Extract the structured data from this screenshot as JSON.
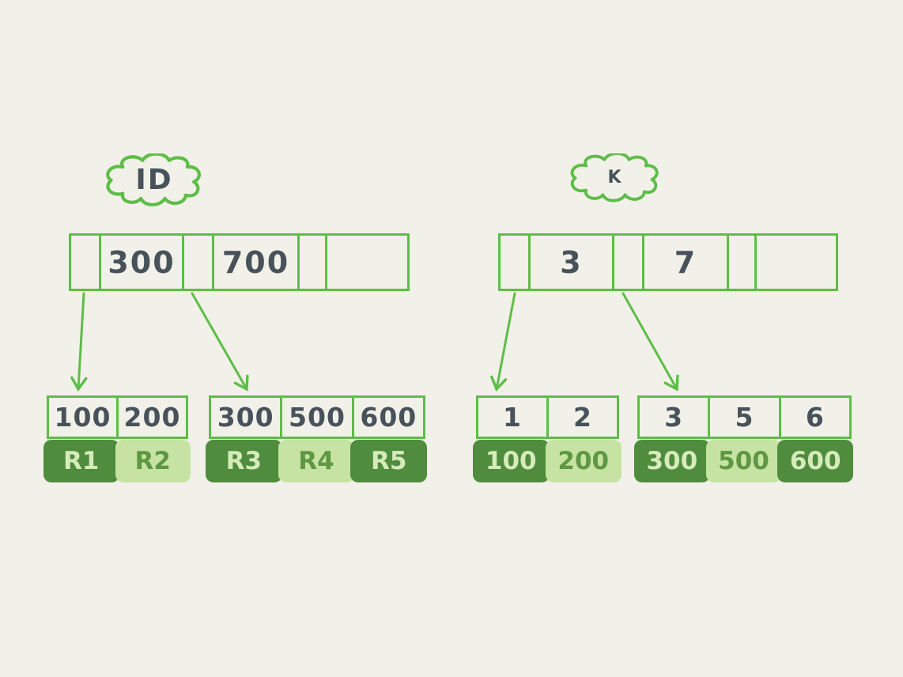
{
  "palette": {
    "bg": "#f2f1e9",
    "stroke": "#5dbe47",
    "ink": "#47525b",
    "dark_fill": "#4f8c3e",
    "light_fill": "#c6e3a4",
    "on_dark": "#d5ebba",
    "on_light": "#5f9743"
  },
  "left": {
    "cloud_label": "ID",
    "root": {
      "keys": [
        "300",
        "700"
      ]
    },
    "leaves": [
      {
        "keys": [
          "100",
          "200"
        ],
        "records": [
          {
            "label": "R1",
            "tone": "dark"
          },
          {
            "label": "R2",
            "tone": "light"
          }
        ]
      },
      {
        "keys": [
          "300",
          "500",
          "600"
        ],
        "records": [
          {
            "label": "R3",
            "tone": "dark"
          },
          {
            "label": "R4",
            "tone": "light"
          },
          {
            "label": "R5",
            "tone": "dark"
          }
        ]
      }
    ]
  },
  "right": {
    "cloud_label": "K",
    "root": {
      "keys": [
        "3",
        "7"
      ]
    },
    "leaves": [
      {
        "keys": [
          "1",
          "2"
        ],
        "records": [
          {
            "label": "100",
            "tone": "dark"
          },
          {
            "label": "200",
            "tone": "light"
          }
        ]
      },
      {
        "keys": [
          "3",
          "5",
          "6"
        ],
        "records": [
          {
            "label": "300",
            "tone": "dark"
          },
          {
            "label": "500",
            "tone": "light"
          },
          {
            "label": "600",
            "tone": "dark"
          }
        ]
      }
    ]
  }
}
